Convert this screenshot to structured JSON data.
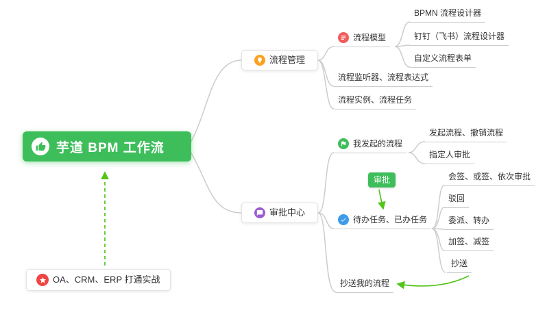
{
  "colors": {
    "root_green": "#3EBE5B",
    "connector": "#CCCCCC",
    "arrow_green": "#52C41A",
    "orange": "#FCA11F",
    "red": "#F05B5B",
    "purple": "#9C5BCF",
    "blue": "#3D9BE9",
    "green": "#3EBE5B",
    "star_red": "#F04545"
  },
  "root": {
    "label": "芋道 BPM 工作流",
    "icon": "thumbs-up-icon"
  },
  "footnote": {
    "label": "OA、CRM、ERP 打通实战",
    "icon": "star-icon"
  },
  "approve_badge": "审批",
  "process_mgmt": {
    "label": "流程管理",
    "icon": "bulb-icon",
    "model": {
      "label": "流程模型",
      "icon": "list-icon",
      "children": [
        "BPMN 流程设计器",
        "钉钉（飞书）流程设计器",
        "自定义流程表单"
      ]
    },
    "listener": "流程监听器、流程表达式",
    "instance": "流程实例、流程任务"
  },
  "approval_center": {
    "label": "审批中心",
    "icon": "comment-icon",
    "my_initiated": {
      "label": "我发起的流程",
      "icon": "flag-icon",
      "children": [
        "发起流程、撤销流程",
        "指定人审批"
      ]
    },
    "tasks": {
      "label": "待办任务、已办任务",
      "icon": "check-icon",
      "children": [
        "会签、或签、依次审批",
        "驳回",
        "委派、转办",
        "加签、减签",
        "抄送"
      ]
    },
    "cc": "抄送我的流程"
  }
}
